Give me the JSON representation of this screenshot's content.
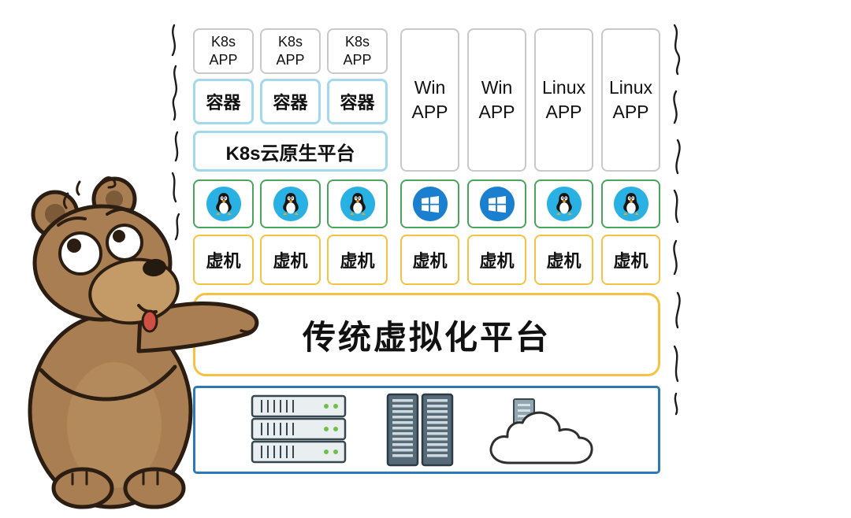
{
  "diagram": {
    "k8s_apps": [
      "K8s APP",
      "K8s APP",
      "K8s APP"
    ],
    "containers": [
      "容器",
      "容器",
      "容器"
    ],
    "k8s_platform_label": "K8s云原生平台",
    "vm_apps": [
      "Win APP",
      "Win APP",
      "Linux APP",
      "Linux APP"
    ],
    "os_icons": [
      "linux",
      "linux",
      "linux",
      "windows",
      "windows",
      "linux",
      "linux"
    ],
    "vm_labels": [
      "虚机",
      "虚机",
      "虚机",
      "虚机",
      "虚机",
      "虚机",
      "虚机"
    ],
    "virtualization_platform_label": "传统虚拟化平台",
    "infrastructure_icons": [
      "rack-server-stack-icon",
      "server-cabinets-icon",
      "cloud-server-icon"
    ],
    "illustration": "worried-bear-pointing",
    "colors": {
      "app_border": "#c9c9c9",
      "container_border": "#a3d9ec",
      "os_border": "#49a45c",
      "vm_border": "#f6c243",
      "platform_border": "#f6c243",
      "infra_border": "#2e79b5",
      "linux_icon_bg": "#2ab1e3",
      "windows_icon_bg": "#1b7fd0"
    }
  }
}
